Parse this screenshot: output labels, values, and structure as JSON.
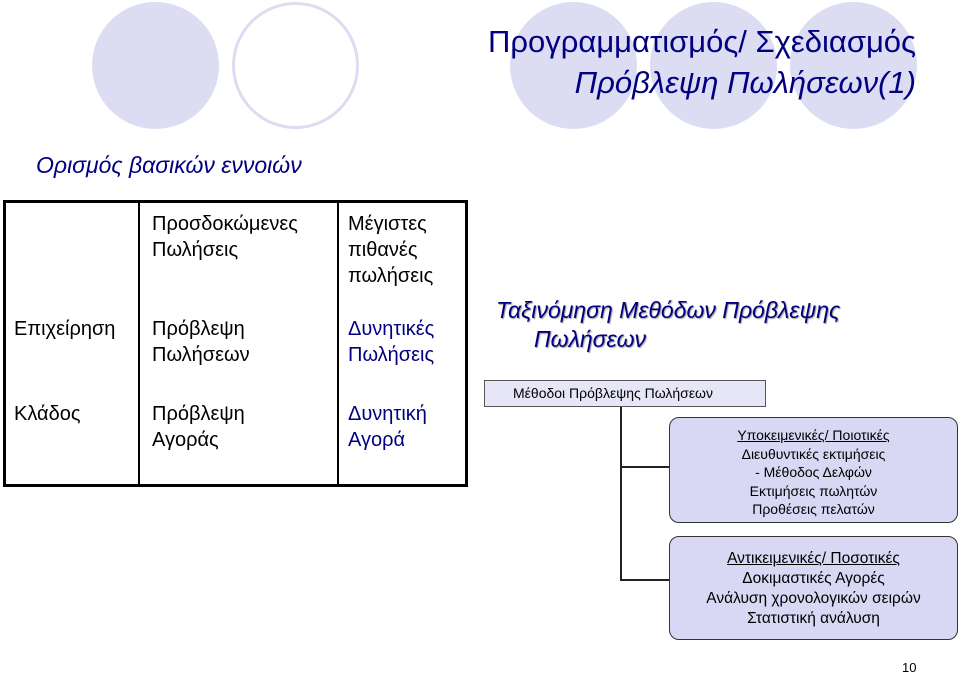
{
  "title": {
    "line1": "Προγραμματισμός/ Σχεδιασμός",
    "line2": "Πρόβλεψη Πωλήσεων(1)"
  },
  "subheading": "Ορισμός βασικών εννοιών",
  "table": {
    "col2_header": [
      "Προσδοκώμενες",
      "Πωλήσεις"
    ],
    "col3_header": [
      "Μέγιστες",
      "πιθανές",
      "πωλήσεις"
    ],
    "row_business": {
      "label": "Επιχείρηση",
      "col2": [
        "Πρόβλεψη",
        "Πωλήσεων"
      ],
      "col3": [
        "Δυνητικές",
        "Πωλήσεις"
      ]
    },
    "row_sector": {
      "label": "Κλάδος",
      "col2": [
        "Πρόβλεψη",
        "Αγοράς"
      ],
      "col3": [
        "Δυνητική",
        "Αγορά"
      ]
    }
  },
  "section_title": [
    "Ταξινόμηση Μεθόδων Πρόβλεψης",
    "Πωλήσεων"
  ],
  "methods_box": "Μέθοδοι Πρόβλεψης Πωλήσεων",
  "subjective_box": {
    "heading": "Υποκειμενικές/ Ποιοτικές",
    "items": [
      "Διευθυντικές εκτιμήσεις",
      "- Μέθοδος Δελφών",
      "Εκτιμήσεις πωλητών",
      "Προθέσεις πελατών"
    ]
  },
  "objective_box": {
    "heading": "Αντικειμενικές/ Ποσοτικές",
    "items": [
      "Δοκιμαστικές Αγορές",
      "Ανάλυση χρονολογικών σειρών",
      "Στατιστική ανάλυση"
    ]
  },
  "page_number": "10",
  "colors": {
    "heading_blue": "#000080",
    "decor_circle": "#dcdcf2",
    "box_fill": "#d8d8f4",
    "method_fill": "#e6e6f7"
  }
}
